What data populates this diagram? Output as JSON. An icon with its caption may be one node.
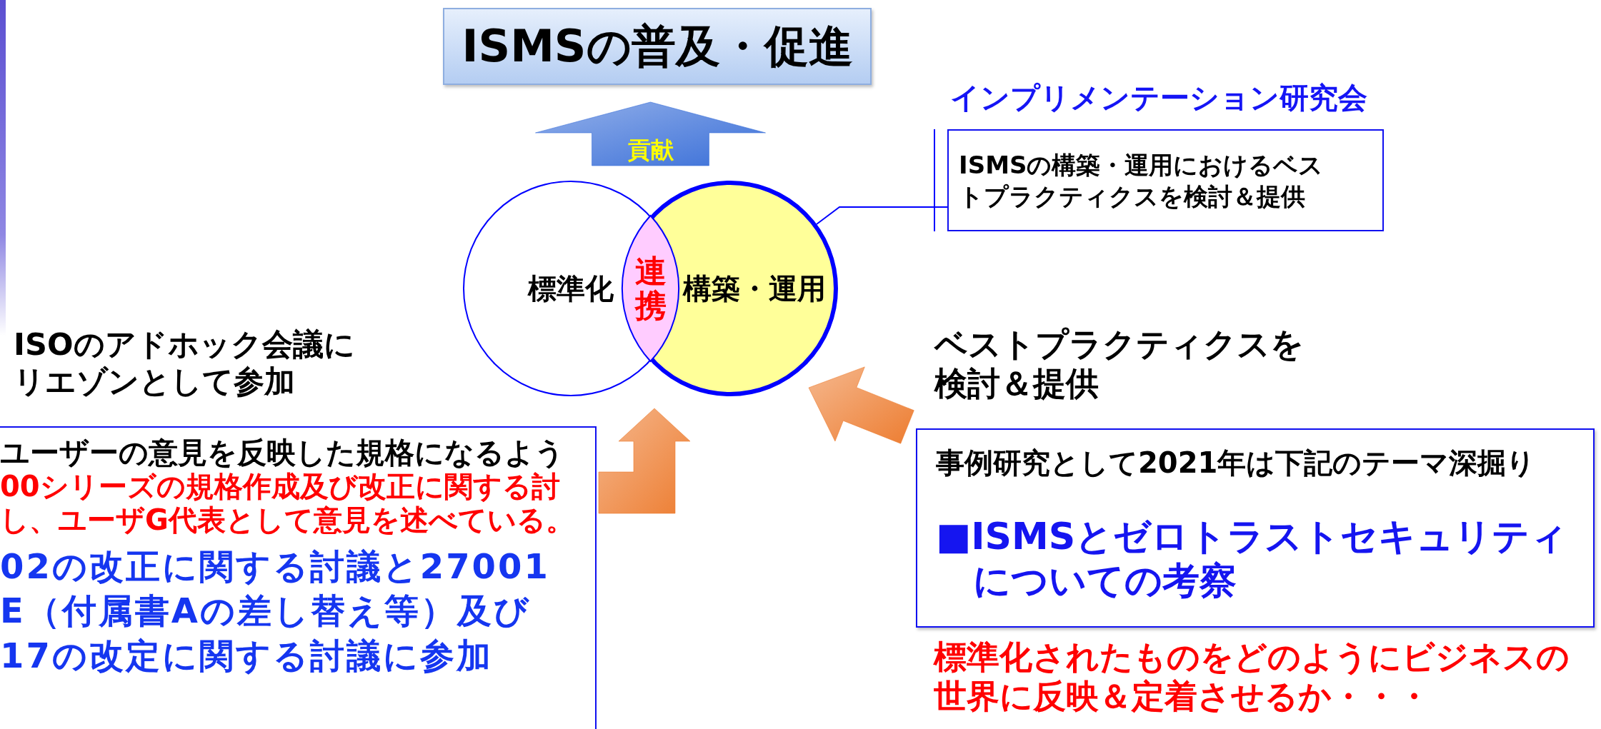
{
  "diagram": {
    "nodes": [
      {
        "text": [
          "ISMSの普及・促進"
        ]
      },
      {
        "text": [
          "インプリメンテーション研究会",
          "ISMSの構築・運用におけるベストプラクティクスを検討＆提供"
        ]
      },
      {
        "text": [
          "標準化"
        ]
      },
      {
        "text": [
          "構築・運用"
        ]
      },
      {
        "text": [
          "連携"
        ]
      },
      {
        "text": [
          "ISOのアドホック会議にリエゾンとして参加",
          "ユーザーの意見を反映した規格になるよう",
          "00シリーズの規格作成及び改正に関する討",
          "し、ユーザG代表として意見を述べている。",
          "02の改正に関する討議と27001",
          "E（付属書Aの差し替え等）及び",
          "17の改定に関する討議に参加"
        ]
      },
      {
        "text": [
          "ベストプラクティクスを検討＆提供",
          "事例研究として2021年は下記のテーマ深掘り",
          "■ISMSとゼロトラストセキュリティについての考察"
        ]
      }
    ],
    "edges": [
      {
        "from": 4,
        "to": 0,
        "arrow": "to",
        "label": "貢献",
        "style": "thick",
        "color": "#3a6fd8"
      },
      {
        "from": 5,
        "to": 2,
        "arrow": "to",
        "style": "thick",
        "color": "#ed7d31"
      },
      {
        "from": 6,
        "to": 3,
        "arrow": "to",
        "style": "thick",
        "color": "#ed7d31"
      },
      {
        "from": 1,
        "to": 3,
        "arrow": "none"
      }
    ],
    "labels": [
      "標準化されたものをどのようにビジネスの世界に反映＆定着させるか・・・"
    ]
  }
}
